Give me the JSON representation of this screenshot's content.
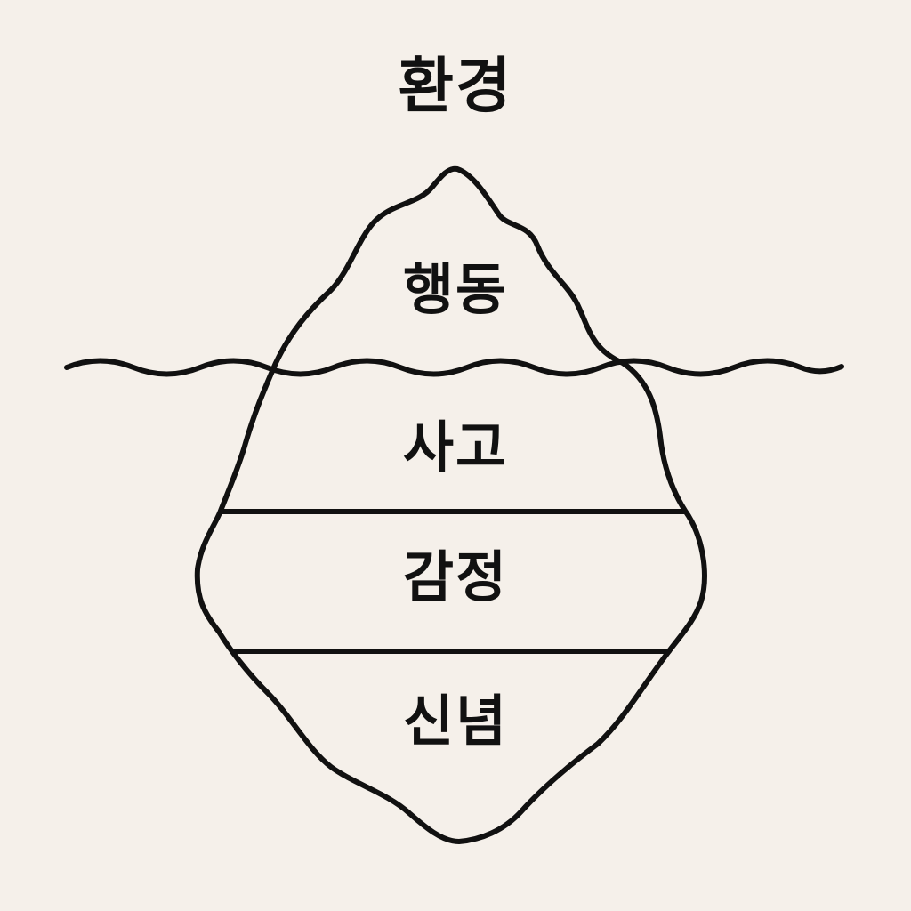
{
  "title": "환경",
  "layers": {
    "behavior": "행동",
    "thought": "사고",
    "emotion": "감정",
    "belief": "신념"
  },
  "colors": {
    "background": "#f5f0ea",
    "ink": "#111111"
  }
}
